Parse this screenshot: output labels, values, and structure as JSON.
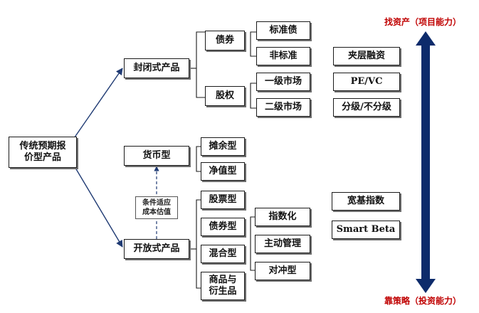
{
  "nodes": {
    "root": "传统预期报\n价型产品",
    "closed": "封闭式产品",
    "money": "货币型",
    "open": "开放式产品",
    "bond": "债券",
    "equity": "股权",
    "standard_bond": "标准债",
    "nonstandard": "非标准",
    "primary_market": "一级市场",
    "secondary_market": "二级市场",
    "mezzanine": "夹层融资",
    "pevc": "PE/VC",
    "tiered": "分级/不分级",
    "amortized_cost": "摊余型",
    "net_value": "净值型",
    "stock_type": "股票型",
    "bond_type": "债券型",
    "mixed_type": "混合型",
    "commodity": "商品与\n衍生品",
    "indexed": "指数化",
    "active_mgmt": "主动管理",
    "hedge": "对冲型",
    "broad_index": "宽基指数",
    "smart_beta": "Smart Beta"
  },
  "note": "条件适应\n成本估值",
  "axis": {
    "top_label": "找资产（项目能力）",
    "bottom_label": "靠策略（投资能力）",
    "color": "#0d2b6b"
  },
  "colors": {
    "line": "#1f3a73",
    "label_red": "#c00000"
  }
}
